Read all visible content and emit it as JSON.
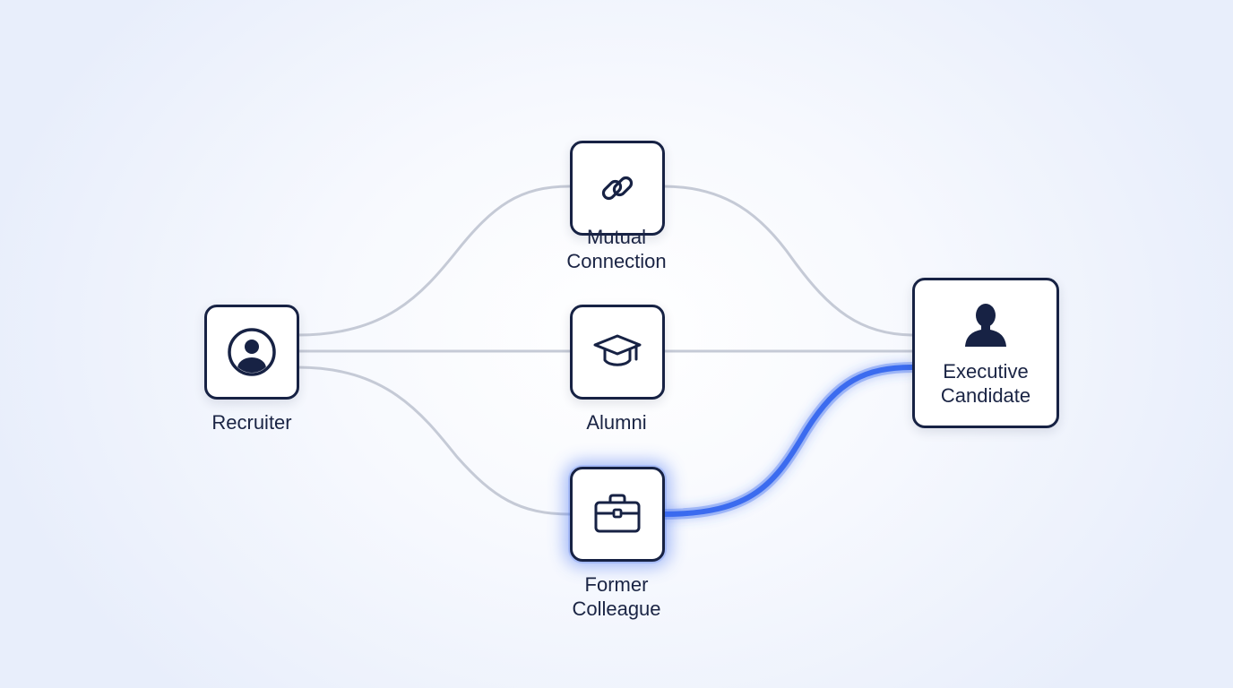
{
  "nodes": {
    "recruiter": {
      "label": "Recruiter",
      "icon": "user-circle-icon"
    },
    "mutual": {
      "label_lines": [
        "Mutual",
        "Connection"
      ],
      "icon": "link-icon"
    },
    "alumni": {
      "label": "Alumni",
      "icon": "graduation-cap-icon"
    },
    "former": {
      "label_lines": [
        "Former",
        "Colleague"
      ],
      "icon": "briefcase-icon"
    },
    "executive": {
      "label_lines": [
        "Executive",
        "Candidate"
      ],
      "icon": "person-silhouette-icon"
    }
  },
  "edges": [
    {
      "from": "Recruiter",
      "to": "Mutual Connection",
      "highlighted": false
    },
    {
      "from": "Recruiter",
      "to": "Alumni",
      "highlighted": false
    },
    {
      "from": "Recruiter",
      "to": "Former Colleague",
      "highlighted": false
    },
    {
      "from": "Mutual Connection",
      "to": "Executive Candidate",
      "highlighted": false
    },
    {
      "from": "Alumni",
      "to": "Executive Candidate",
      "highlighted": false
    },
    {
      "from": "Former Colleague",
      "to": "Executive Candidate",
      "highlighted": true
    }
  ],
  "colors": {
    "node_border": "#172244",
    "edge": "#c5cad6",
    "highlight": "#3b6bef"
  }
}
